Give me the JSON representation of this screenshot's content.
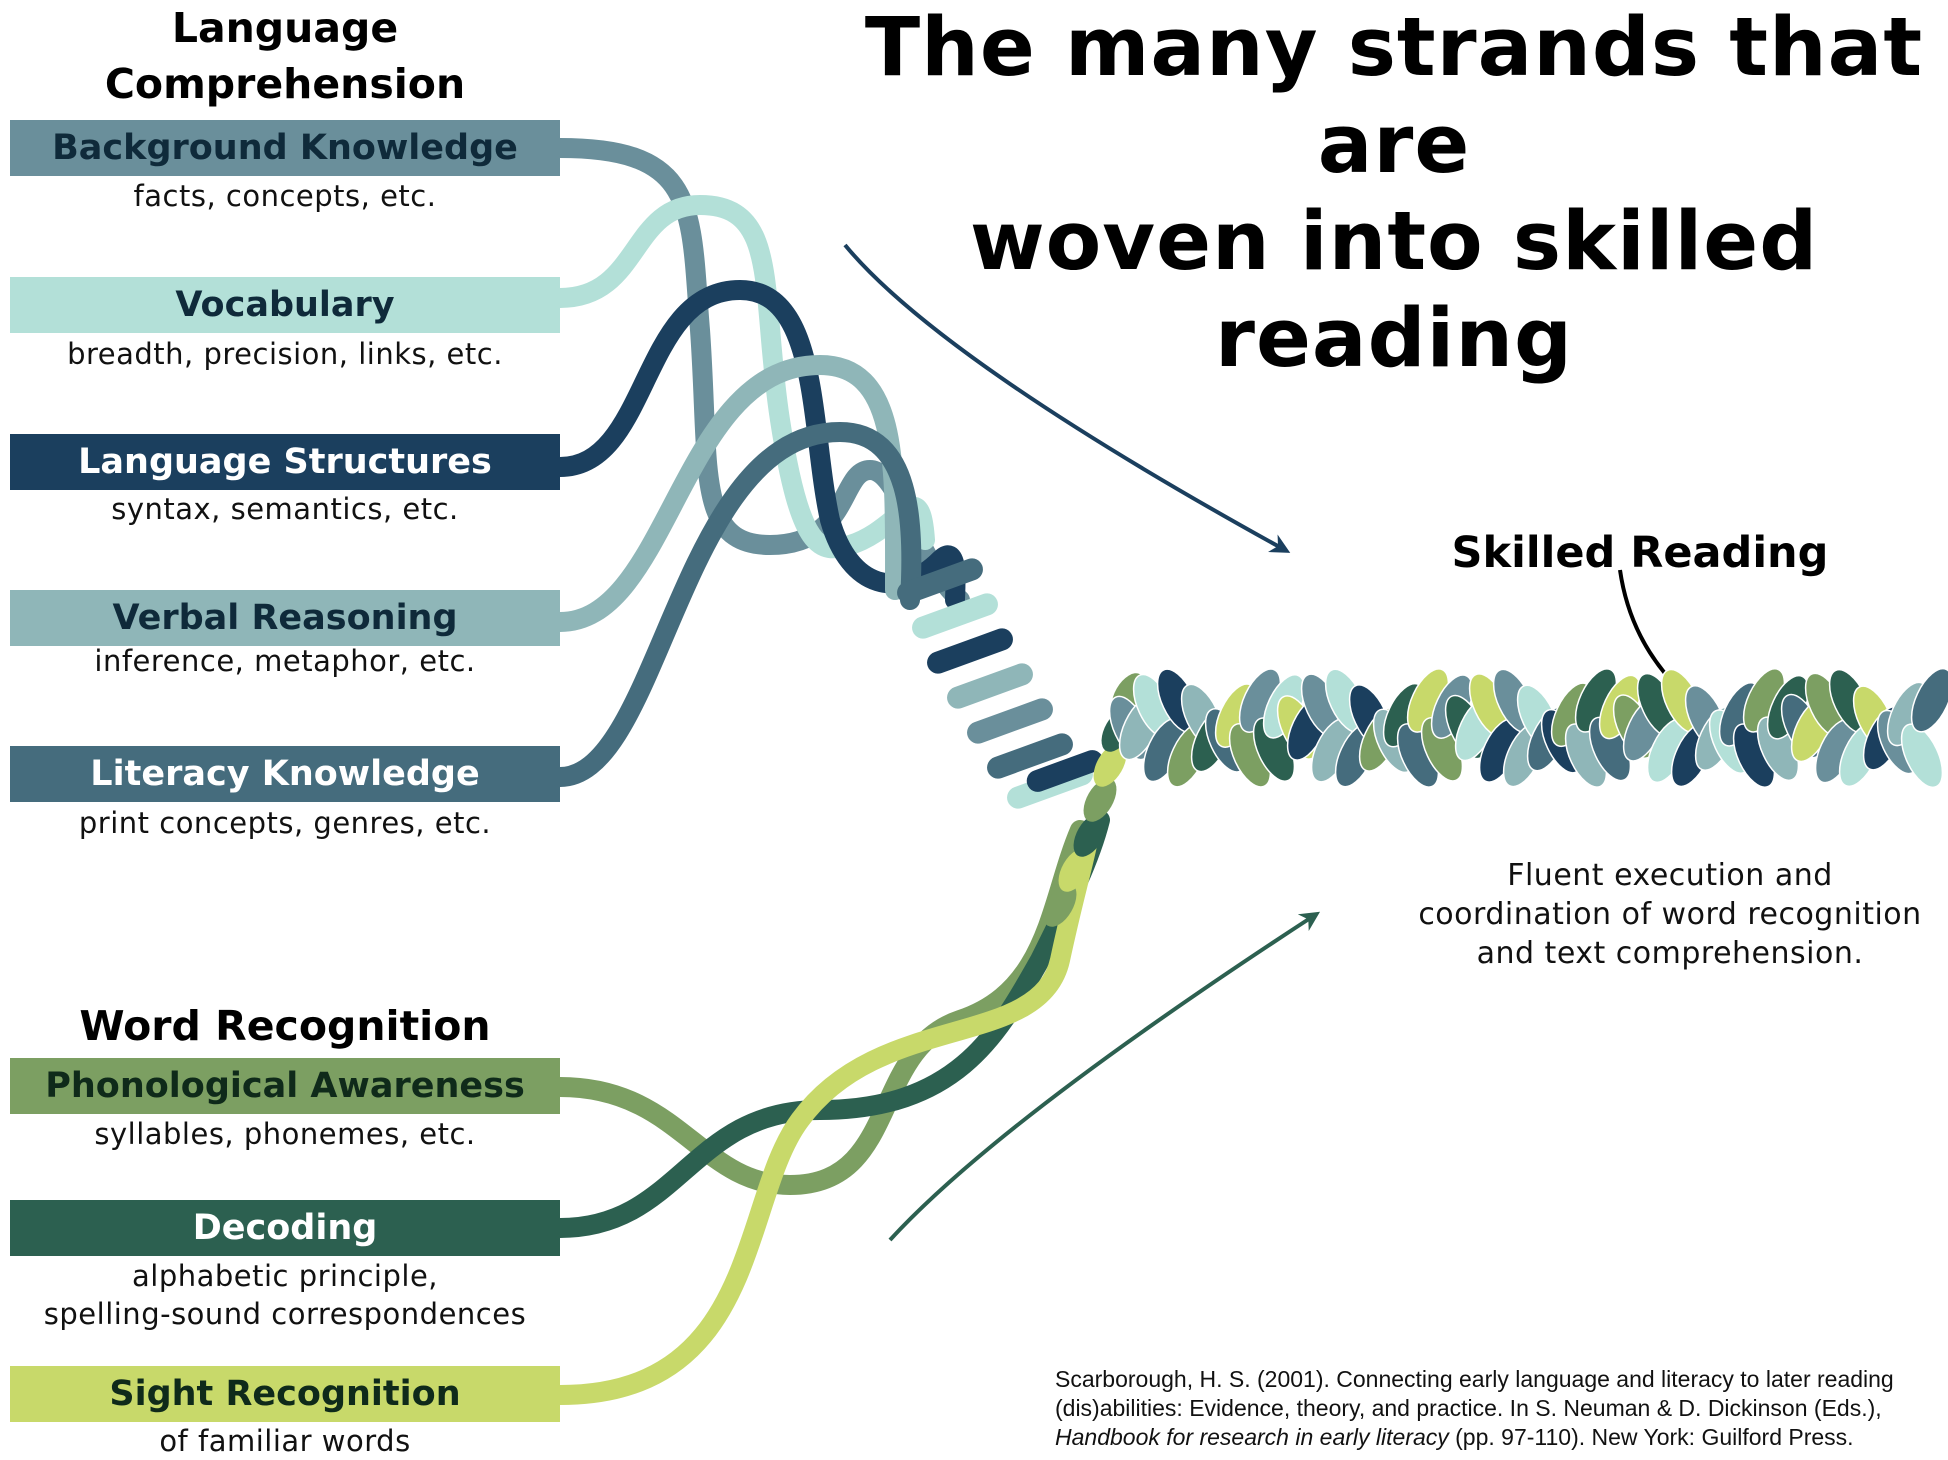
{
  "title": {
    "line1": "The many strands that are",
    "line2": "woven into skilled reading"
  },
  "groups": {
    "language_comprehension": {
      "heading_line1": "Language",
      "heading_line2": "Comprehension",
      "strands": [
        {
          "label": "Background Knowledge",
          "detail": "facts, concepts, etc.",
          "color": "#6a8f9b",
          "text_color": "#0f2a3a"
        },
        {
          "label": "Vocabulary",
          "detail": "breadth, precision, links, etc.",
          "color": "#b3e0d8",
          "text_color": "#0f2a3a"
        },
        {
          "label": "Language Structures",
          "detail": "syntax, semantics, etc.",
          "color": "#1b3f5e",
          "text_color": "#ffffff"
        },
        {
          "label": "Verbal Reasoning",
          "detail": "inference, metaphor, etc.",
          "color": "#8fb6b8",
          "text_color": "#0f2a3a"
        },
        {
          "label": "Literacy Knowledge",
          "detail": "print concepts, genres, etc.",
          "color": "#456c7d",
          "text_color": "#ffffff"
        }
      ]
    },
    "word_recognition": {
      "heading": "Word Recognition",
      "strands": [
        {
          "label": "Phonological Awareness",
          "detail": "syllables, phonemes, etc.",
          "color": "#7c9f62",
          "text_color": "#0f2a1a"
        },
        {
          "label": "Decoding",
          "detail_line1": "alphabetic principle,",
          "detail_line2": "spelling-sound correspondences",
          "color": "#2c6050",
          "text_color": "#ffffff"
        },
        {
          "label": "Sight Recognition",
          "detail": "of familiar words",
          "color": "#c8d96a",
          "text_color": "#0f2a1a"
        }
      ]
    }
  },
  "outcome": {
    "label": "Skilled Reading",
    "description_line1": "Fluent execution and",
    "description_line2": "coordination of word recognition",
    "description_line3": "and text comprehension."
  },
  "citation": {
    "line1": "Scarborough, H. S. (2001). Connecting early language and literacy to later reading",
    "line2": "(dis)abilities: Evidence, theory, and practice. In S. Neuman & D. Dickinson (Eds.),",
    "line3_italic": "Handbook for research in early literacy",
    "line3_rest": " (pp. 97-110). New York: Guilford Press."
  },
  "colors": {
    "comprehension_arrow": "#1b3f5e",
    "recognition_arrow": "#2c6050",
    "rope_palette": [
      "#6a8f9b",
      "#b3e0d8",
      "#1b3f5e",
      "#8fb6b8",
      "#456c7d",
      "#7c9f62",
      "#2c6050",
      "#c8d96a"
    ]
  }
}
